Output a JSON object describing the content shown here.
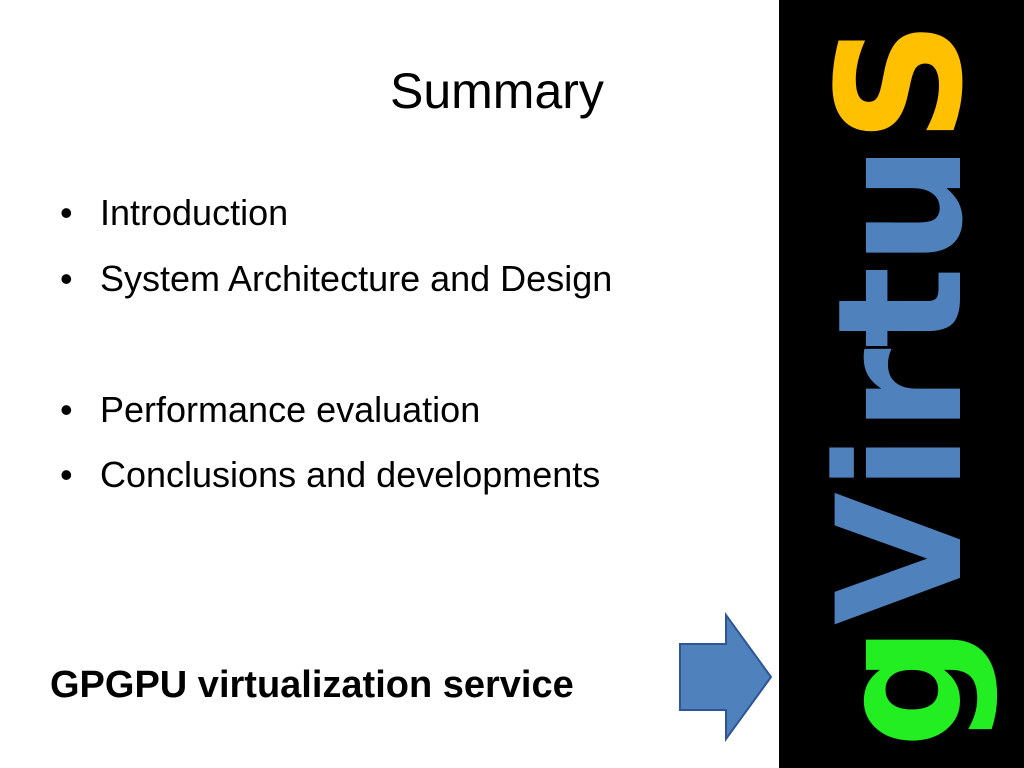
{
  "slide": {
    "title": "Summary",
    "bullets": [
      "Introduction",
      "System Architecture and Design",
      "Performance evaluation",
      "Conclusions and developments"
    ],
    "bullet_glyph": "•",
    "tagline": "GPGPU virtualization service"
  },
  "logo": {
    "letters": [
      {
        "char": "g",
        "color": "#22ee22"
      },
      {
        "char": "V",
        "color": "#4f81bd"
      },
      {
        "char": "i",
        "color": "#4f81bd"
      },
      {
        "char": "r",
        "color": "#4f81bd"
      },
      {
        "char": "t",
        "color": "#4f81bd"
      },
      {
        "char": "u",
        "color": "#4f81bd"
      },
      {
        "char": "S",
        "color": "#ffc000"
      }
    ]
  },
  "colors": {
    "background": "#ffffff",
    "side_panel": "#000000",
    "arrow_fill": "#4f81bd",
    "arrow_stroke": "#2f5597"
  },
  "icons": {
    "arrow": "right-arrow-icon"
  }
}
